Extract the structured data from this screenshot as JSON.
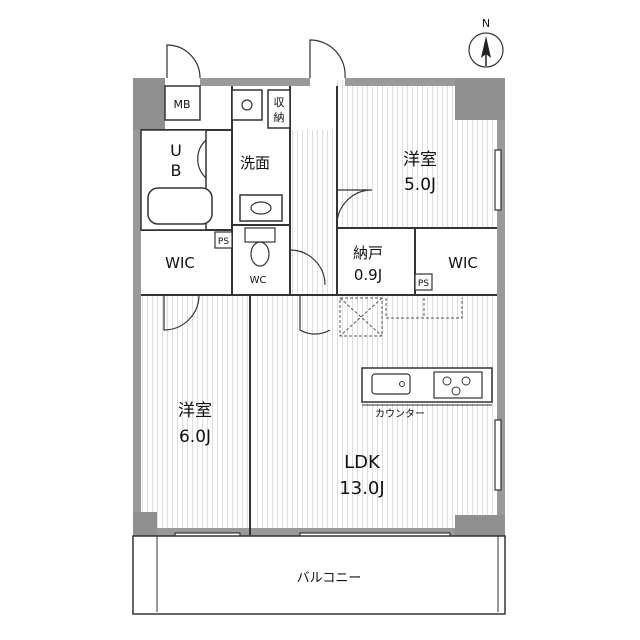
{
  "compass": {
    "north_label": "N"
  },
  "rooms": {
    "western_room_1": {
      "name": "洋室",
      "size": "5.0J"
    },
    "western_room_2": {
      "name": "洋室",
      "size": "6.0J"
    },
    "ldk": {
      "name": "LDK",
      "size": "13.0J"
    },
    "storage_closet": {
      "name": "納戸",
      "size": "0.9J"
    },
    "wic_left": {
      "name": "WIC"
    },
    "wic_right": {
      "name": "WIC"
    },
    "washroom": {
      "name": "洗面"
    },
    "toilet": {
      "name": "WC"
    },
    "unit_bath": {
      "line1": "U",
      "line2": "B"
    },
    "meter_box": {
      "name": "MB"
    },
    "storage": {
      "line1": "収",
      "line2": "納"
    },
    "balcony": {
      "name": "バルコニー"
    }
  },
  "fixtures": {
    "counter": "カウンター",
    "pipe_space_1": "PS",
    "pipe_space_2": "PS"
  },
  "colors": {
    "wall": "#9a9a9a",
    "wall_dark": "#8c8c8c",
    "line": "#333333",
    "floor_stripe": "#d8d8d8"
  }
}
